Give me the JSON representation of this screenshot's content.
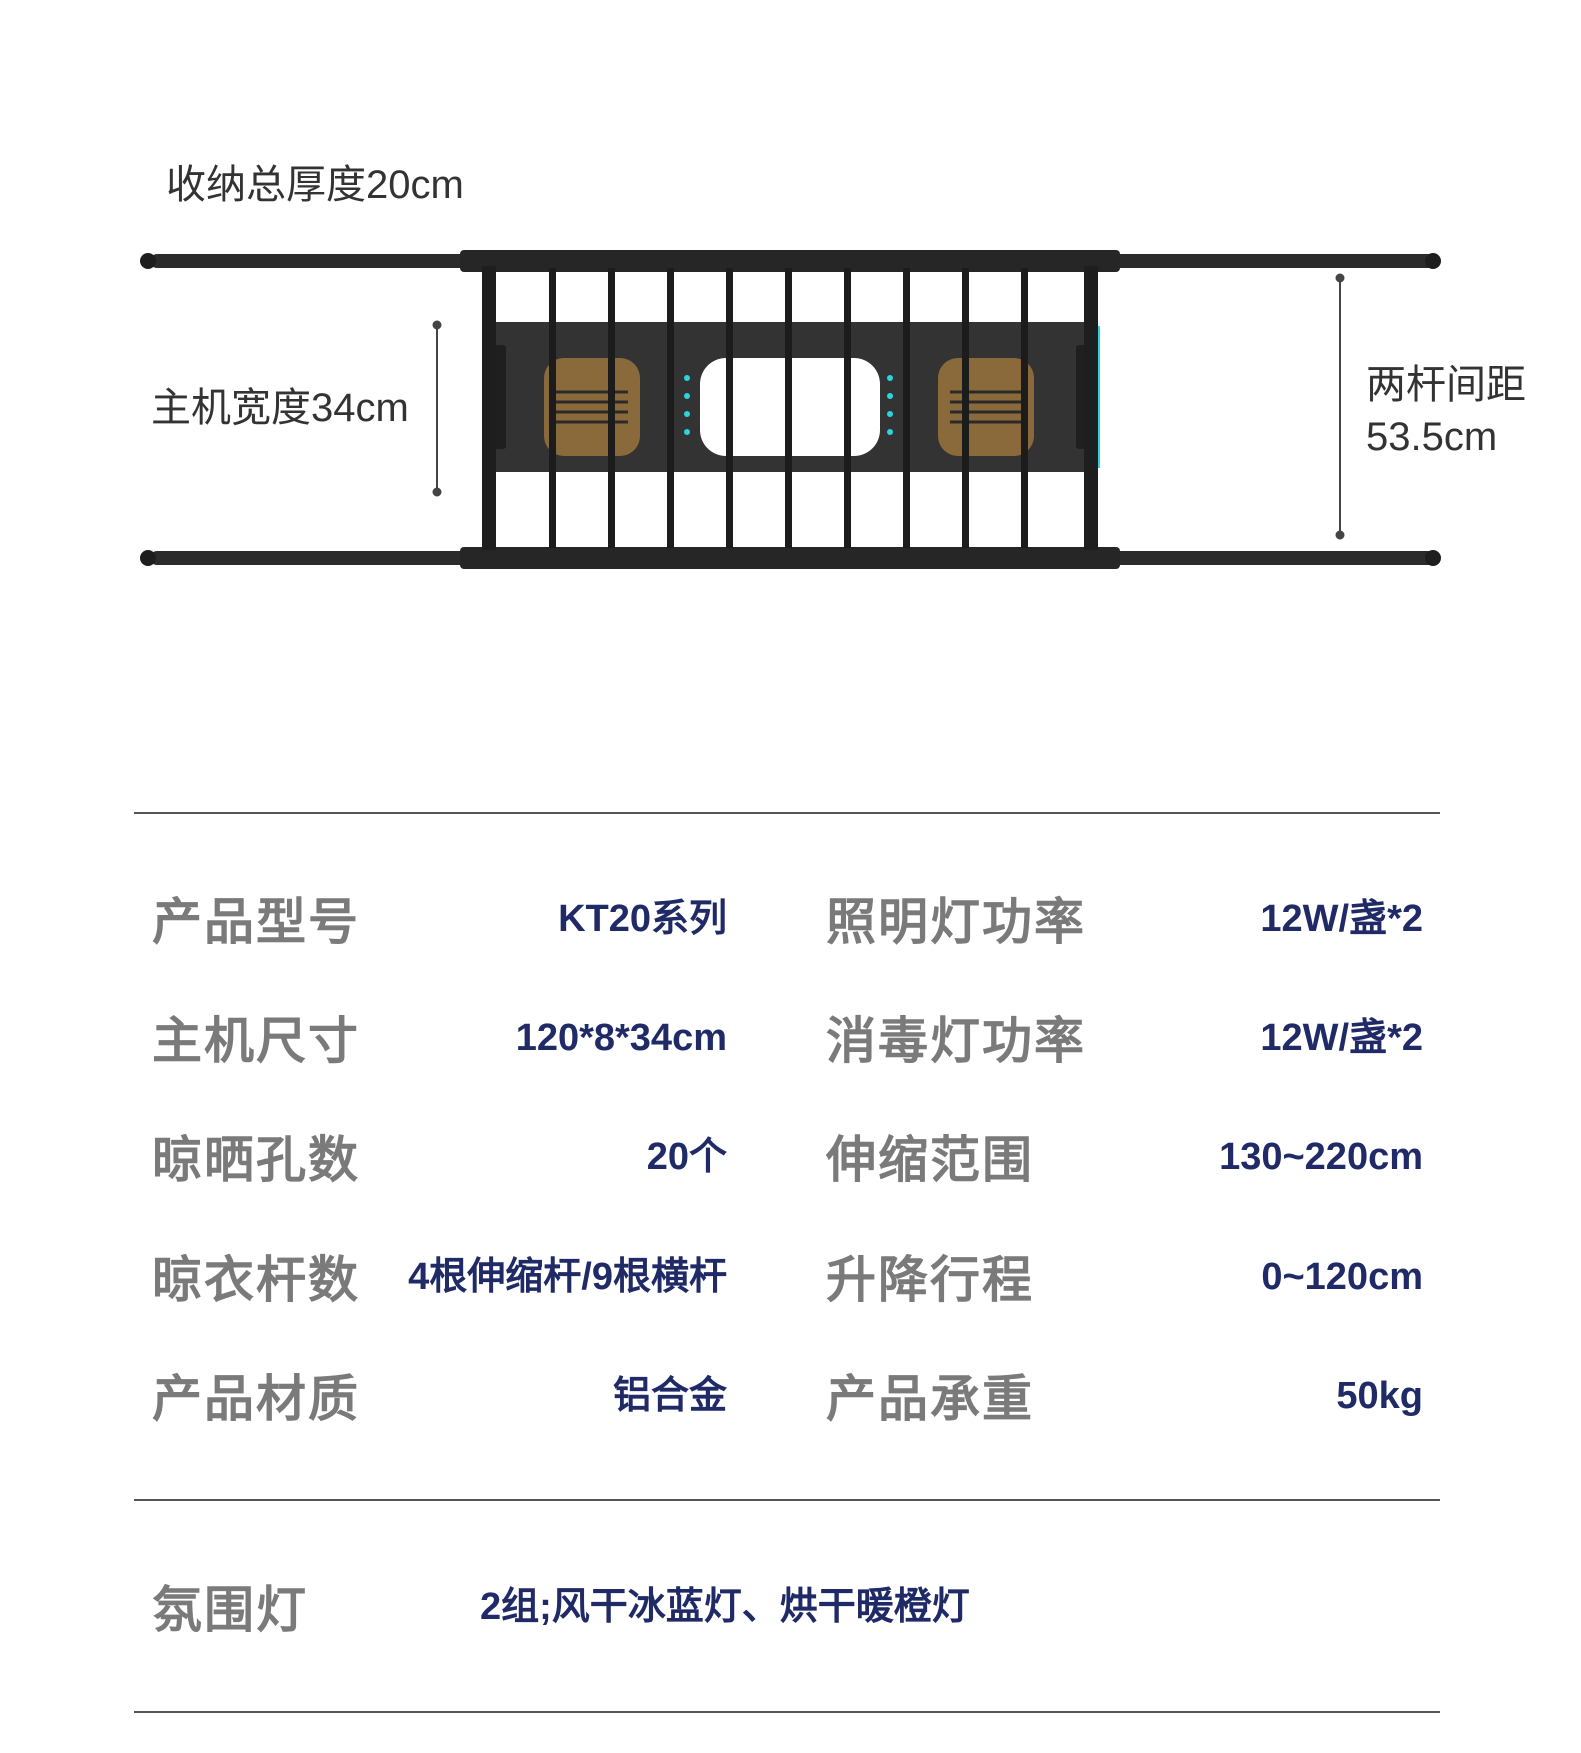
{
  "diagram": {
    "thickness_label": "收纳总厚度20cm",
    "host_width_label": "主机宽度34cm",
    "rod_gap_label_line1": "两杆间距",
    "rod_gap_label_line2": "53.5cm",
    "accent_color": "#2ad4e0",
    "rod_color": "#2b2b2b",
    "panel_color": "#333333",
    "fan_color": "#8a6a3a"
  },
  "specs": [
    {
      "label": "产品型号",
      "value": "KT20系列"
    },
    {
      "label": "照明灯功率",
      "value": "12W/盏*2"
    },
    {
      "label": "主机尺寸",
      "value": "120*8*34cm"
    },
    {
      "label": "消毒灯功率",
      "value": "12W/盏*2"
    },
    {
      "label": "晾晒孔数",
      "value": "20个"
    },
    {
      "label": "伸缩范围",
      "value": "130~220cm"
    },
    {
      "label": "晾衣杆数",
      "value": "4根伸缩杆/9根横杆"
    },
    {
      "label": "升降行程",
      "value": "0~120cm"
    },
    {
      "label": "产品材质",
      "value": "铝合金"
    },
    {
      "label": "产品承重",
      "value": "50kg"
    }
  ],
  "ambient": {
    "label": "氛围灯",
    "value": "2组;风干冰蓝灯、烘干暖橙灯"
  }
}
